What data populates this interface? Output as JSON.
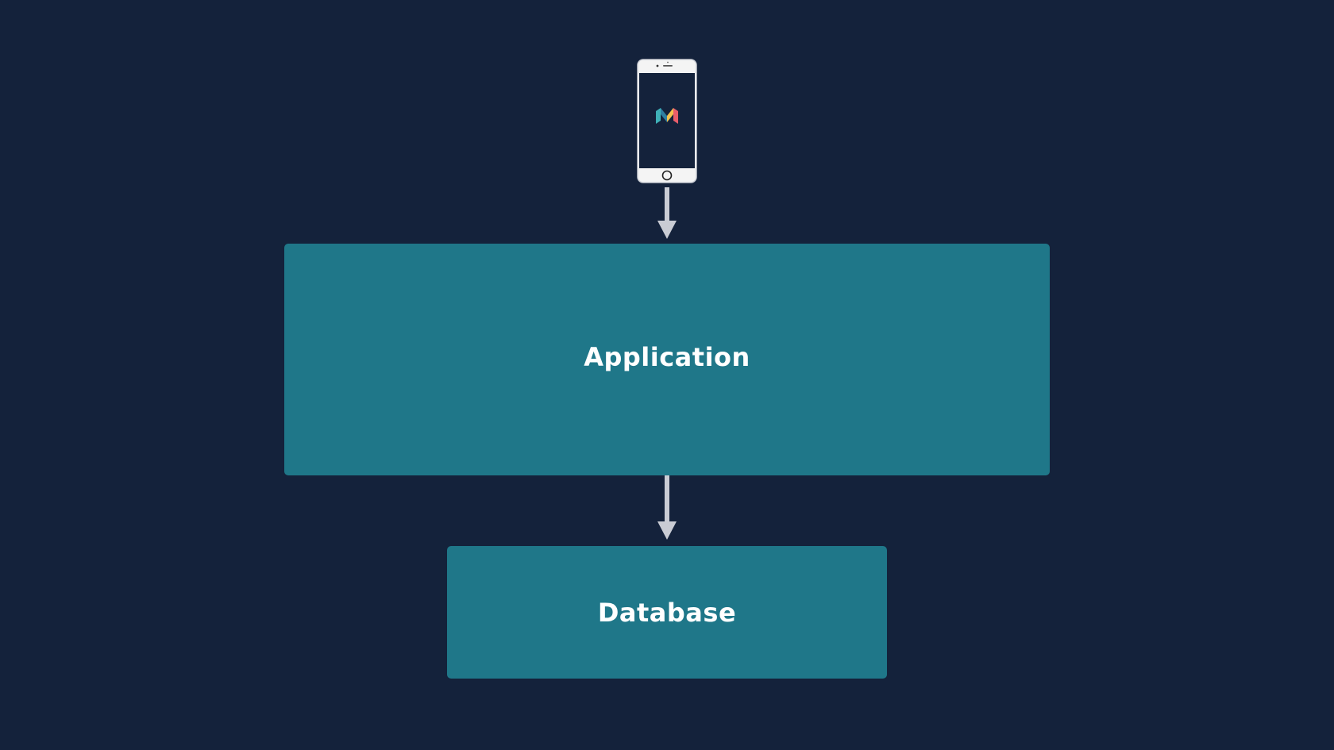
{
  "diagram": {
    "nodes": [
      {
        "id": "client",
        "kind": "mobile-phone",
        "icon": "m-logo-icon"
      },
      {
        "id": "application",
        "label": "Application"
      },
      {
        "id": "database",
        "label": "Database"
      }
    ],
    "edges": [
      {
        "from": "client",
        "to": "application"
      },
      {
        "from": "application",
        "to": "database"
      }
    ],
    "colors": {
      "background": "#14223b",
      "box": "#1f7789",
      "arrow": "#c9ccd4",
      "label": "#ffffff"
    }
  }
}
